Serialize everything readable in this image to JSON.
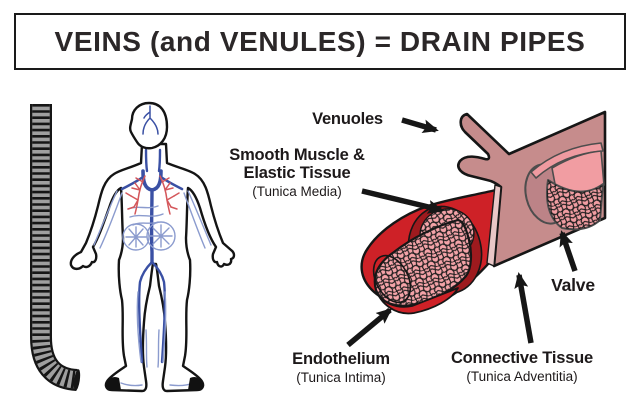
{
  "title": "VEINS (and VENULES) = DRAIN PIPES",
  "labels": {
    "venules": "Venuoles",
    "smooth_muscle_line1": "Smooth Muscle &",
    "smooth_muscle_line2": "Elastic Tissue",
    "smooth_muscle_sub": "(Tunica Media)",
    "endothelium": "Endothelium",
    "endothelium_sub": "(Tunica Intima)",
    "connective": "Connective Tissue",
    "connective_sub": "(Tunica Adventitia)",
    "valve": "Valve"
  },
  "colors": {
    "vein_wall_mauve": "#c68c8c",
    "valve_pocket_mauve": "#bc8387",
    "valve_flap_pink": "#f19da2",
    "tunica_media_red": "#ce2127",
    "media_shadow_red": "#9e1a1e",
    "endothelium_pink": "#f4a3a8",
    "cut_band_light": "#e9c7c7",
    "vein_blue_dark": "#3a50a4",
    "vein_blue_light": "#8b9bce",
    "pulmonary_vessel_red": "#d4575b",
    "pipe_gray": "#9f9f9f",
    "outline_black": "#161616"
  }
}
